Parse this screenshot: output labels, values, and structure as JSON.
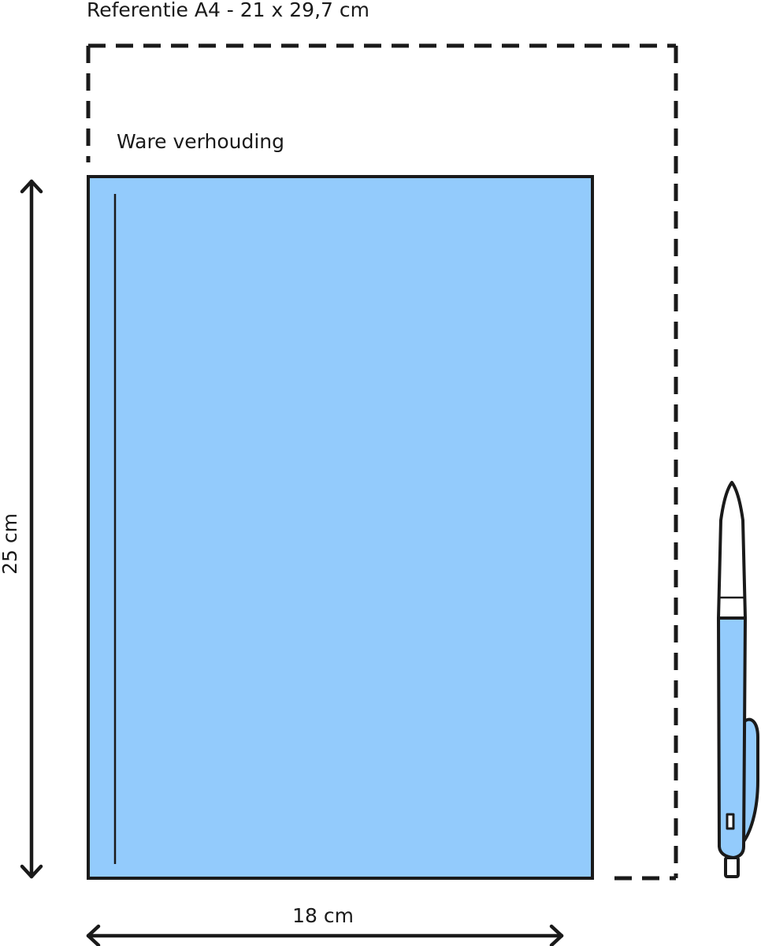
{
  "reference": {
    "label": "Referentie A4 - 21 x 29,7 cm"
  },
  "notebook": {
    "label": "Ware verhouding",
    "fill_color": "#93cbfc"
  },
  "dimensions": {
    "height_label": "25 cm",
    "width_label": "18 cm"
  },
  "pen": {
    "body_color": "#93cbfc",
    "tip_color": "#ffffff"
  },
  "colors": {
    "outline": "#1a1a1a",
    "background": "#ffffff"
  }
}
